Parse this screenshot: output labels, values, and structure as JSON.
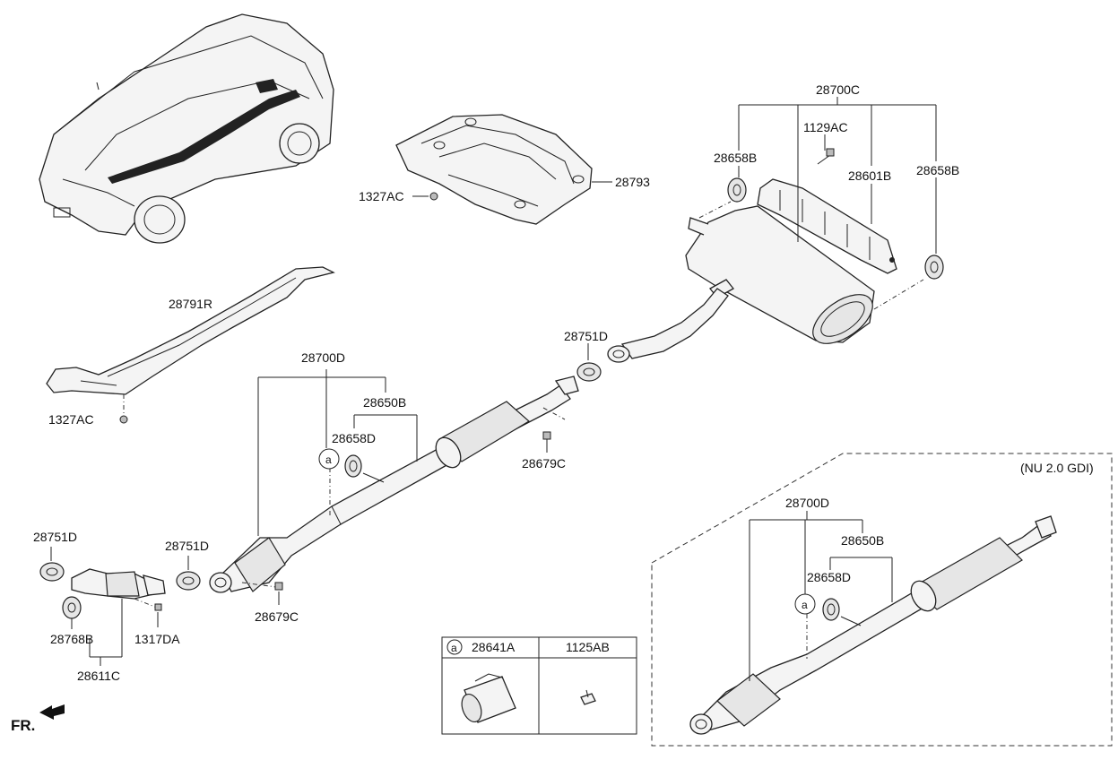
{
  "labels": {
    "l_28700C": "28700C",
    "l_1129AC": "1129AC",
    "l_28658B_a": "28658B",
    "l_28601B": "28601B",
    "l_28658B_b": "28658B",
    "l_28793": "28793",
    "l_1327AC_a": "1327AC",
    "l_28791R": "28791R",
    "l_1327AC_b": "1327AC",
    "l_28751D_a": "28751D",
    "l_28700D_a": "28700D",
    "l_28650B_a": "28650B",
    "l_28658D_a": "28658D",
    "l_28679C_a": "28679C",
    "l_28751D_b": "28751D",
    "l_28751D_c": "28751D",
    "l_28768B": "28768B",
    "l_1317DA": "1317DA",
    "l_28611C": "28611C",
    "l_28679C_b": "28679C",
    "l_nu20gdi": "(NU 2.0 GDI)",
    "l_28700D_b": "28700D",
    "l_28650B_b": "28650B",
    "l_28658D_b": "28658D",
    "tbl_head_a": "a",
    "tbl_head_28641A": "28641A",
    "tbl_head_1125AB": "1125AB",
    "circ_a1": "a",
    "circ_a2": "a",
    "fr_label": "FR."
  }
}
